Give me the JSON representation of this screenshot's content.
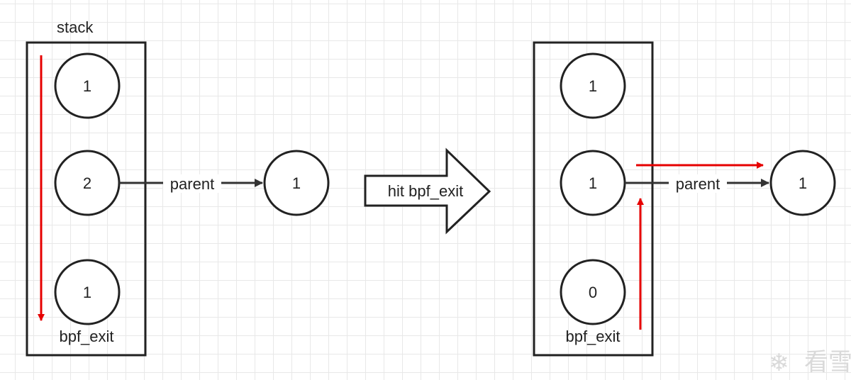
{
  "left": {
    "title": "stack",
    "nodes": [
      "1",
      "2",
      "1"
    ],
    "footer": "bpf_exit",
    "link_label": "parent",
    "parent_node": "1"
  },
  "transition": {
    "label": "hit bpf_exit"
  },
  "right": {
    "nodes": [
      "1",
      "1",
      "0"
    ],
    "footer": "bpf_exit",
    "link_label": "parent",
    "parent_node": "1"
  },
  "watermark": {
    "text": "看雪"
  },
  "colors": {
    "stroke": "#222222",
    "accent": "#e60000",
    "arrow": "#333333"
  }
}
